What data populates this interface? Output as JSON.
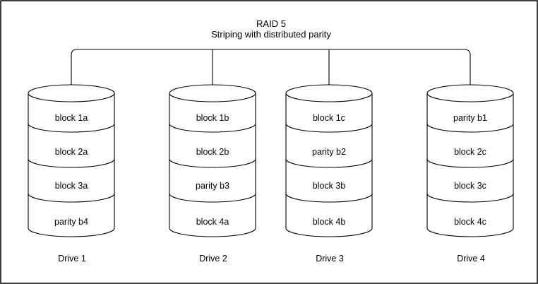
{
  "diagram": {
    "title": "RAID 5",
    "subtitle": "Striping with distributed parity",
    "stroke_color": "#000000",
    "fill_color": "#ffffff"
  },
  "drives": [
    {
      "label": "Drive 1",
      "segments": [
        "block 1a",
        "block 2a",
        "block 3a",
        "parity b4"
      ]
    },
    {
      "label": "Drive 2",
      "segments": [
        "block 1b",
        "block 2b",
        "parity b3",
        "block 4a"
      ]
    },
    {
      "label": "Drive 3",
      "segments": [
        "block 1c",
        "parity b2",
        "block 3b",
        "block 4b"
      ]
    },
    {
      "label": "Drive 4",
      "segments": [
        "parity b1",
        "block 2c",
        "block 3c",
        "block 4c"
      ]
    }
  ]
}
